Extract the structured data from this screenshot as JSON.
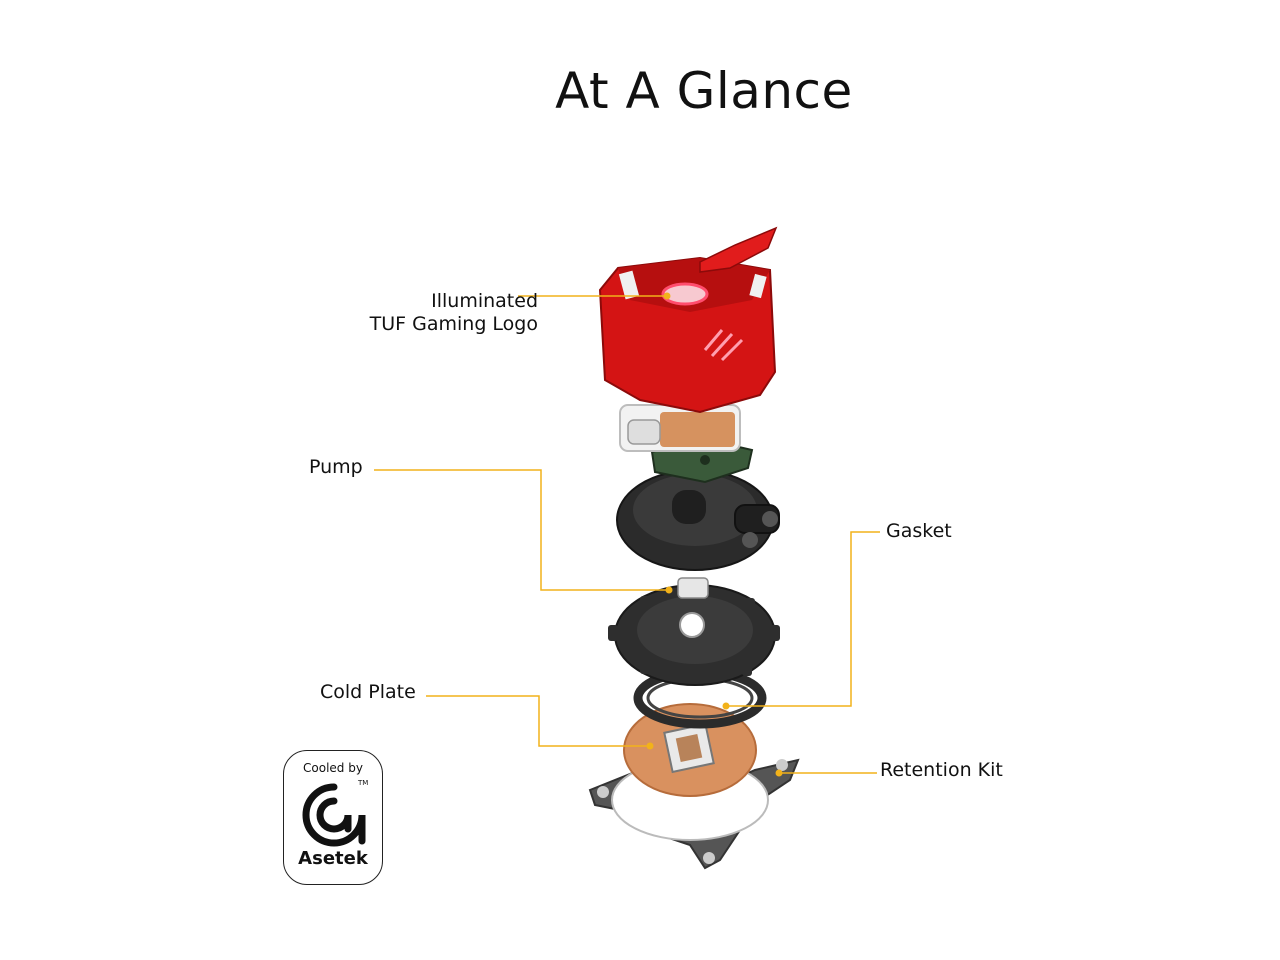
{
  "title": "At A Glance",
  "labels": {
    "logo_line1": "Illuminated",
    "logo_line2": "TUF Gaming Logo",
    "pump": "Pump",
    "gasket": "Gasket",
    "cold_plate": "Cold Plate",
    "retention_kit": "Retention Kit"
  },
  "badge": {
    "top": "Cooled by",
    "brand": "Asetek",
    "tm": "TM",
    "logo_icon": "asetek-logo-icon"
  },
  "colors": {
    "leader": "#f2b21a",
    "pump_red": "#d41414",
    "dark_part": "#2b2b2b",
    "copper": "#d9915f",
    "silver": "#c9c9c9"
  }
}
